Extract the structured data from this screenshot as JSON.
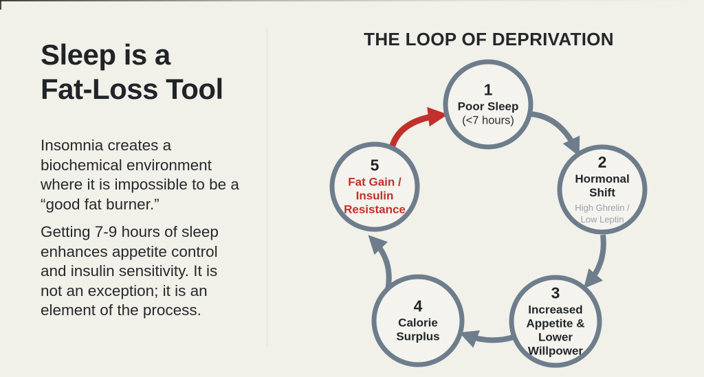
{
  "page": {
    "background": "#f1f0e9"
  },
  "left_panel": {
    "title": "Sleep is a\nFat-Loss Tool",
    "paragraph1": "Insomnia creates a\nbiochemical environment\nwhere it is impossible to be a\n“good fat burner.”",
    "paragraph2": "Getting 7-9 hours of sleep\nenhances appetite control\nand insulin sensitivity. It is\nnot an exception; it is an\nelement of the process."
  },
  "diagram": {
    "title": "THE LOOP OF DEPRIVATION",
    "colors": {
      "circle_stroke": "#6d7d8c",
      "arrow_gray": "#6d7d8c",
      "arrow_red": "#c2302b",
      "text_dark": "#22262a",
      "sublabel_gray": "#9aa2aa",
      "highlight_red": "#c2302b"
    },
    "nodes": [
      {
        "number": "1",
        "label": "Poor Sleep",
        "sublabel": "(<7 hours)"
      },
      {
        "number": "2",
        "label": "Hormonal\nShift",
        "sublabel": "High Ghrelin /\nLow Leptin"
      },
      {
        "number": "3",
        "label": "Increased\nAppetite &\nLower\nWillpower"
      },
      {
        "number": "4",
        "label": "Calorie\nSurplus"
      },
      {
        "number": "5",
        "label": "Fat Gain /\nInsulin\nResistance"
      }
    ]
  }
}
